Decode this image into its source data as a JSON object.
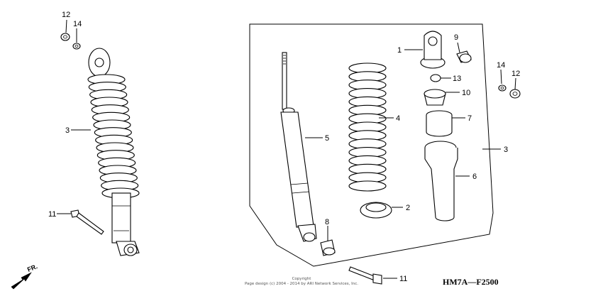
{
  "callouts": {
    "left_12": "12",
    "left_14": "14",
    "left_3": "3",
    "left_11": "11",
    "c1": "1",
    "c9": "9",
    "c13": "13",
    "c10": "10",
    "c7": "7",
    "c4": "4",
    "c5": "5",
    "c6": "6",
    "c2": "2",
    "c8": "8",
    "right_3": "3",
    "right_14": "14",
    "right_12": "12",
    "bottom_11": "11"
  },
  "copyright_line1": "Copyright",
  "copyright_line2": "Page design (c) 2004 - 2014 by ARI Network Services, Inc.",
  "direction_label": "FR.",
  "figure_code": "HM7A—F2500",
  "icons": {
    "front_arrow": "arrow-down-left-icon"
  }
}
